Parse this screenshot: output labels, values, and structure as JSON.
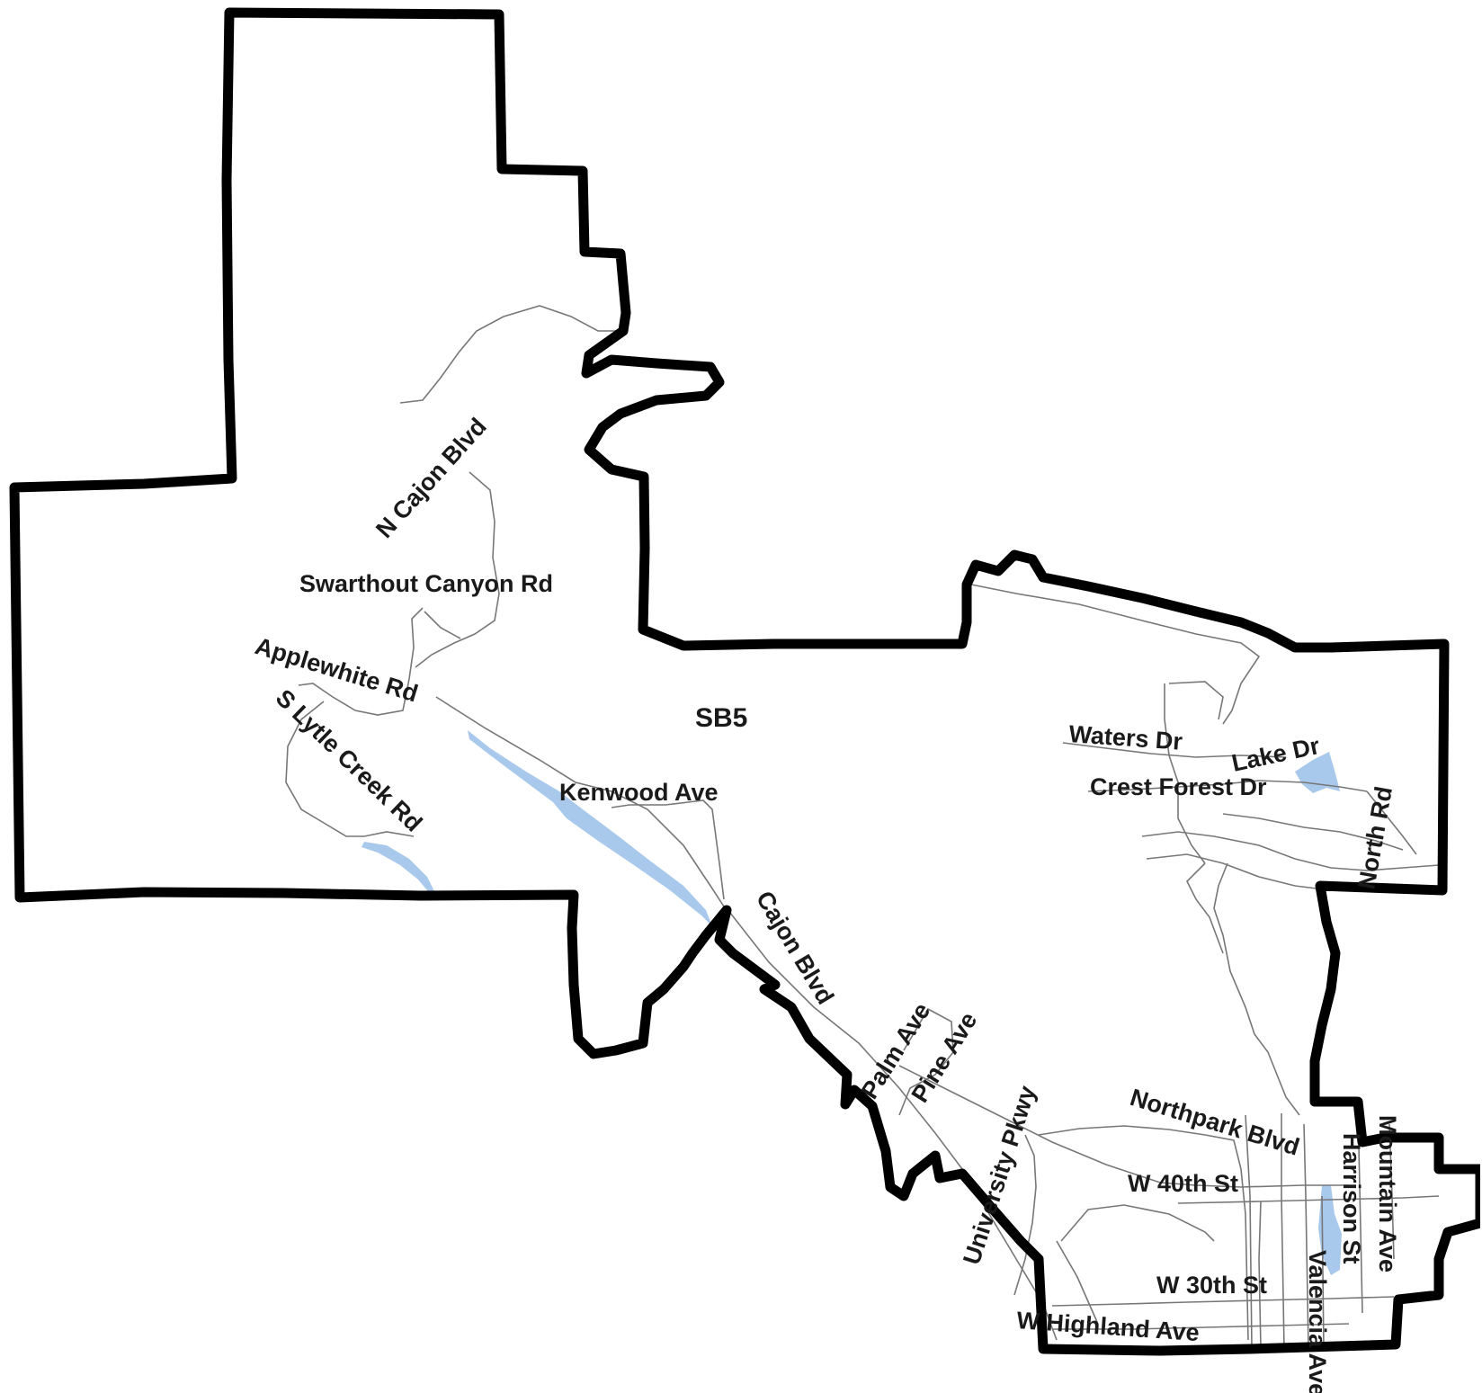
{
  "district_label": "SB5",
  "colors": {
    "boundary": "#000000",
    "road": "#777777",
    "water": "#a8c8ec",
    "background": "#ffffff"
  },
  "labels": {
    "n_cajon_blvd": "N Cajon Blvd",
    "swarthout_canyon_rd": "Swarthout Canyon Rd",
    "applewhite_rd": "Applewhite Rd",
    "s_lytle_creek_rd": "S Lytle Creek Rd",
    "kenwood_ave": "Kenwood Ave",
    "cajon_blvd": "Cajon Blvd",
    "palm_ave": "Palm Ave",
    "pine_ave": "Pine Ave",
    "university_pkwy": "University Pkwy",
    "northpark_blvd": "Northpark Blvd",
    "w_40th_st": "W 40th St",
    "w_30th_st": "W 30th St",
    "w_highland_ave": "W Highland Ave",
    "waters_dr": "Waters Dr",
    "lake_dr": "Lake Dr",
    "crest_forest_dr": "Crest Forest Dr",
    "north_rd": "North Rd",
    "mountain_ave": "Mountain Ave",
    "harrison_st": "Harrison St",
    "valencia_ave": "Valencia Ave"
  }
}
